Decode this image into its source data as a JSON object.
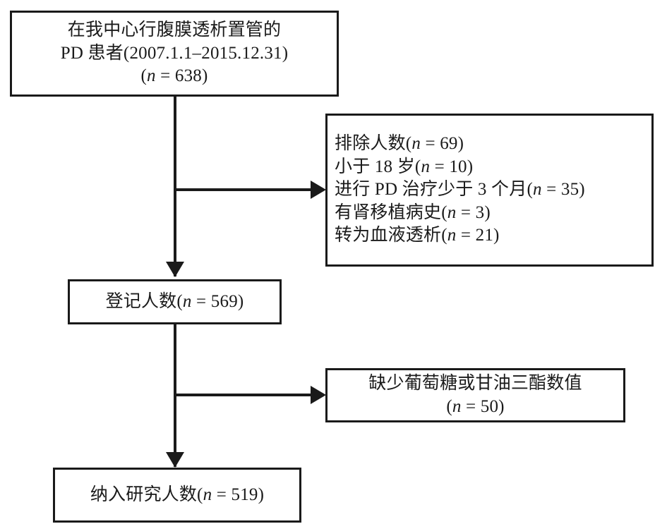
{
  "diagram": {
    "title": "PD patient cohort selection flowchart",
    "type": "flowchart",
    "colors": {
      "background": "#ffffff",
      "border": "#1a1a1a",
      "text": "#1a1a1a",
      "connector": "#1a1a1a"
    },
    "nodes": [
      {
        "id": "source",
        "role": "source-cohort",
        "align": "center",
        "lines": [
          "在我中心行腹膜透析置管的",
          "PD 患者(2007.1.1–2015.12.31)",
          "(n = 638)"
        ],
        "count": 638
      },
      {
        "id": "excluded",
        "role": "exclusion-criteria",
        "align": "left",
        "lines": [
          "排除人数(n = 69)",
          "小于 18 岁(n = 10)",
          "进行 PD 治疗少于 3 个月(n = 35)",
          "有肾移植病史(n = 3)",
          "转为血液透析(n = 21)"
        ],
        "count": 69
      },
      {
        "id": "registered",
        "role": "registered-cohort",
        "align": "center",
        "lines": [
          "登记人数(n = 569)"
        ],
        "count": 569
      },
      {
        "id": "missing-data",
        "role": "exclusion-missing-values",
        "align": "center",
        "lines": [
          "缺少葡萄糖或甘油三酯数值",
          "(n = 50)"
        ],
        "count": 50
      },
      {
        "id": "included",
        "role": "final-cohort",
        "align": "center",
        "lines": [
          "纳入研究人数(n = 519)"
        ],
        "count": 519
      }
    ],
    "connectors": [
      {
        "id": "trunk-a",
        "from": "source",
        "to": "registered",
        "orientation": "vertical",
        "arrowhead": "down"
      },
      {
        "id": "branch-1",
        "from": "trunk-a",
        "to": "excluded",
        "orientation": "horizontal",
        "arrowhead": "right"
      },
      {
        "id": "trunk-b",
        "from": "registered",
        "to": "included",
        "orientation": "vertical",
        "arrowhead": "down"
      },
      {
        "id": "branch-2",
        "from": "trunk-b",
        "to": "missing-data",
        "orientation": "horizontal",
        "arrowhead": "right"
      }
    ]
  }
}
